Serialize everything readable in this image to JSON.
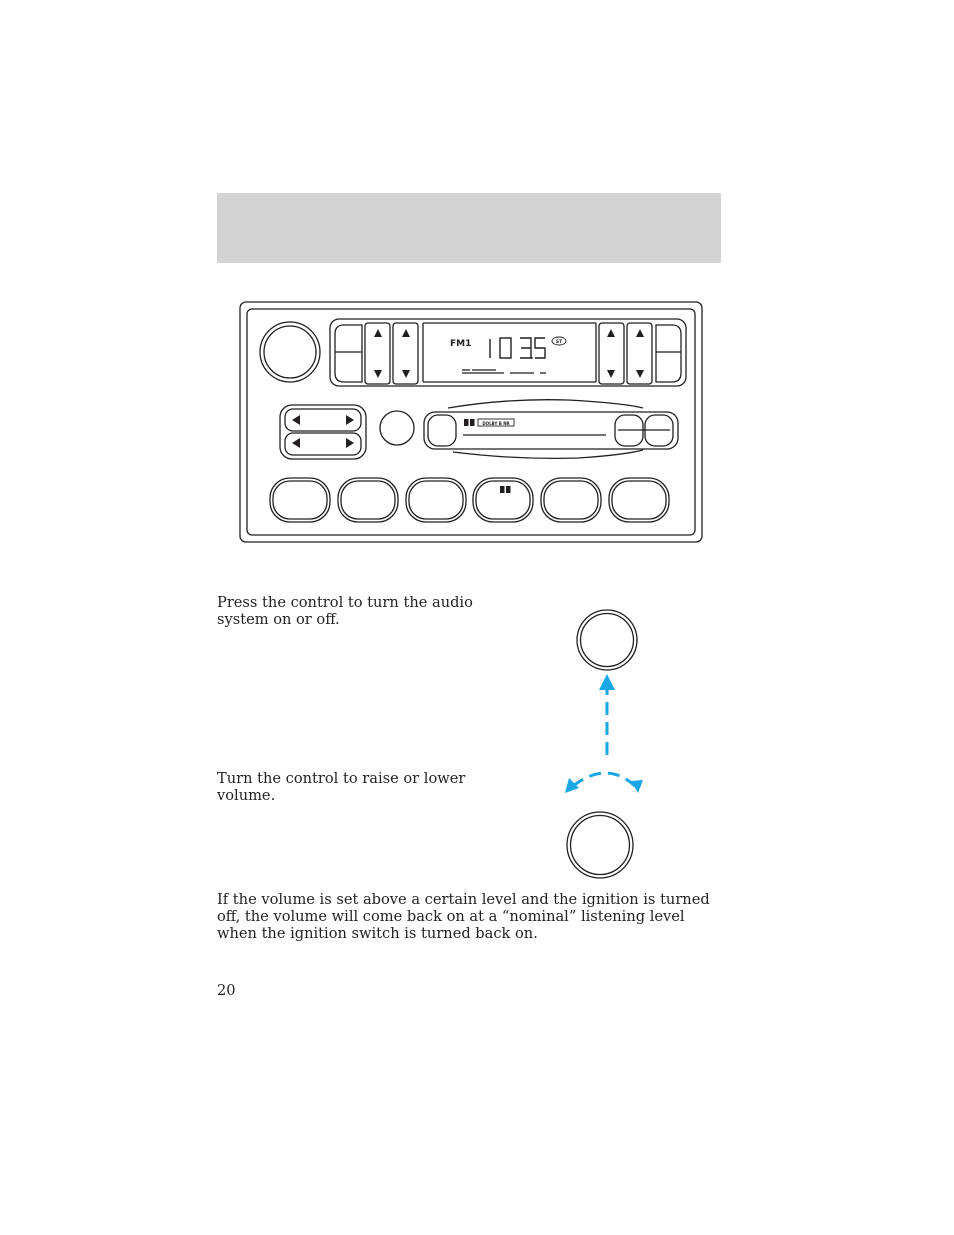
{
  "radio": {
    "band": "FM1",
    "frequency": "103.5",
    "stereo_indicator": "ST",
    "dolby_label": "DOLBY B NR"
  },
  "text": {
    "power": "Press the control to turn the audio system on or off.",
    "volume": "Turn the control to raise or lower volume.",
    "note": "If the volume is set above a certain level and the ignition is turned off, the volume will come back on at a “nominal” listening level when the ignition switch is turned back on."
  },
  "page_number": "20",
  "colors": {
    "header_bar": "#d3d3d3",
    "arrow": "#1aa7e6"
  }
}
